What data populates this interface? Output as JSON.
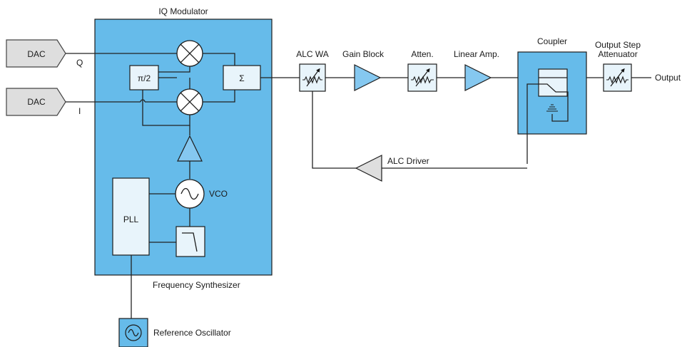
{
  "title": "IQ Modulator",
  "subtitle": "Frequency Synthesizer",
  "labels": {
    "dac_q": "DAC",
    "dac_i": "DAC",
    "q": "Q",
    "i": "I",
    "phase_shift": "π/2",
    "sum": "Σ",
    "vco": "VCO",
    "pll": "PLL",
    "reference_oscillator": "Reference Oscillator",
    "alc_wa": "ALC WA",
    "gain_block": "Gain Block",
    "atten": "Atten.",
    "linear_amp": "Linear Amp.",
    "coupler": "Coupler",
    "output_step_line1": "Output Step",
    "output_step_line2": "Attenuator",
    "output": "Output",
    "alc_driver": "ALC Driver"
  },
  "colors": {
    "block_fill": "#66bbea",
    "cell_fill": "#e8f4fb",
    "amp_fill": "#85c8f0",
    "dac_fill": "#dedede",
    "line": "#222222"
  },
  "icons": [
    "mixer-icon",
    "sine-wave-icon",
    "lowpass-filter-icon",
    "variable-attenuator-icon",
    "amplifier-icon",
    "ground-icon"
  ]
}
